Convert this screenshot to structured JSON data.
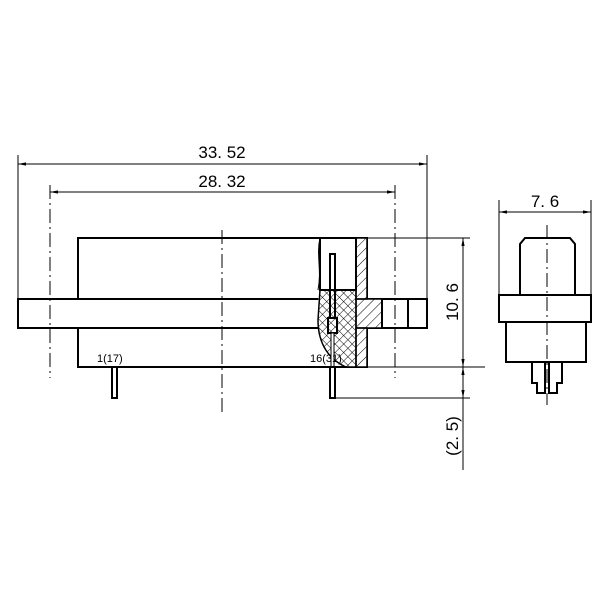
{
  "dimensions": {
    "overall_width": "33. 52",
    "mounting_pitch": "28. 32",
    "side_width": "7. 6",
    "height": "10. 6",
    "pin_length": "(2. 5)"
  },
  "pin_labels": {
    "first": "1(17)",
    "last": "16(31)"
  }
}
